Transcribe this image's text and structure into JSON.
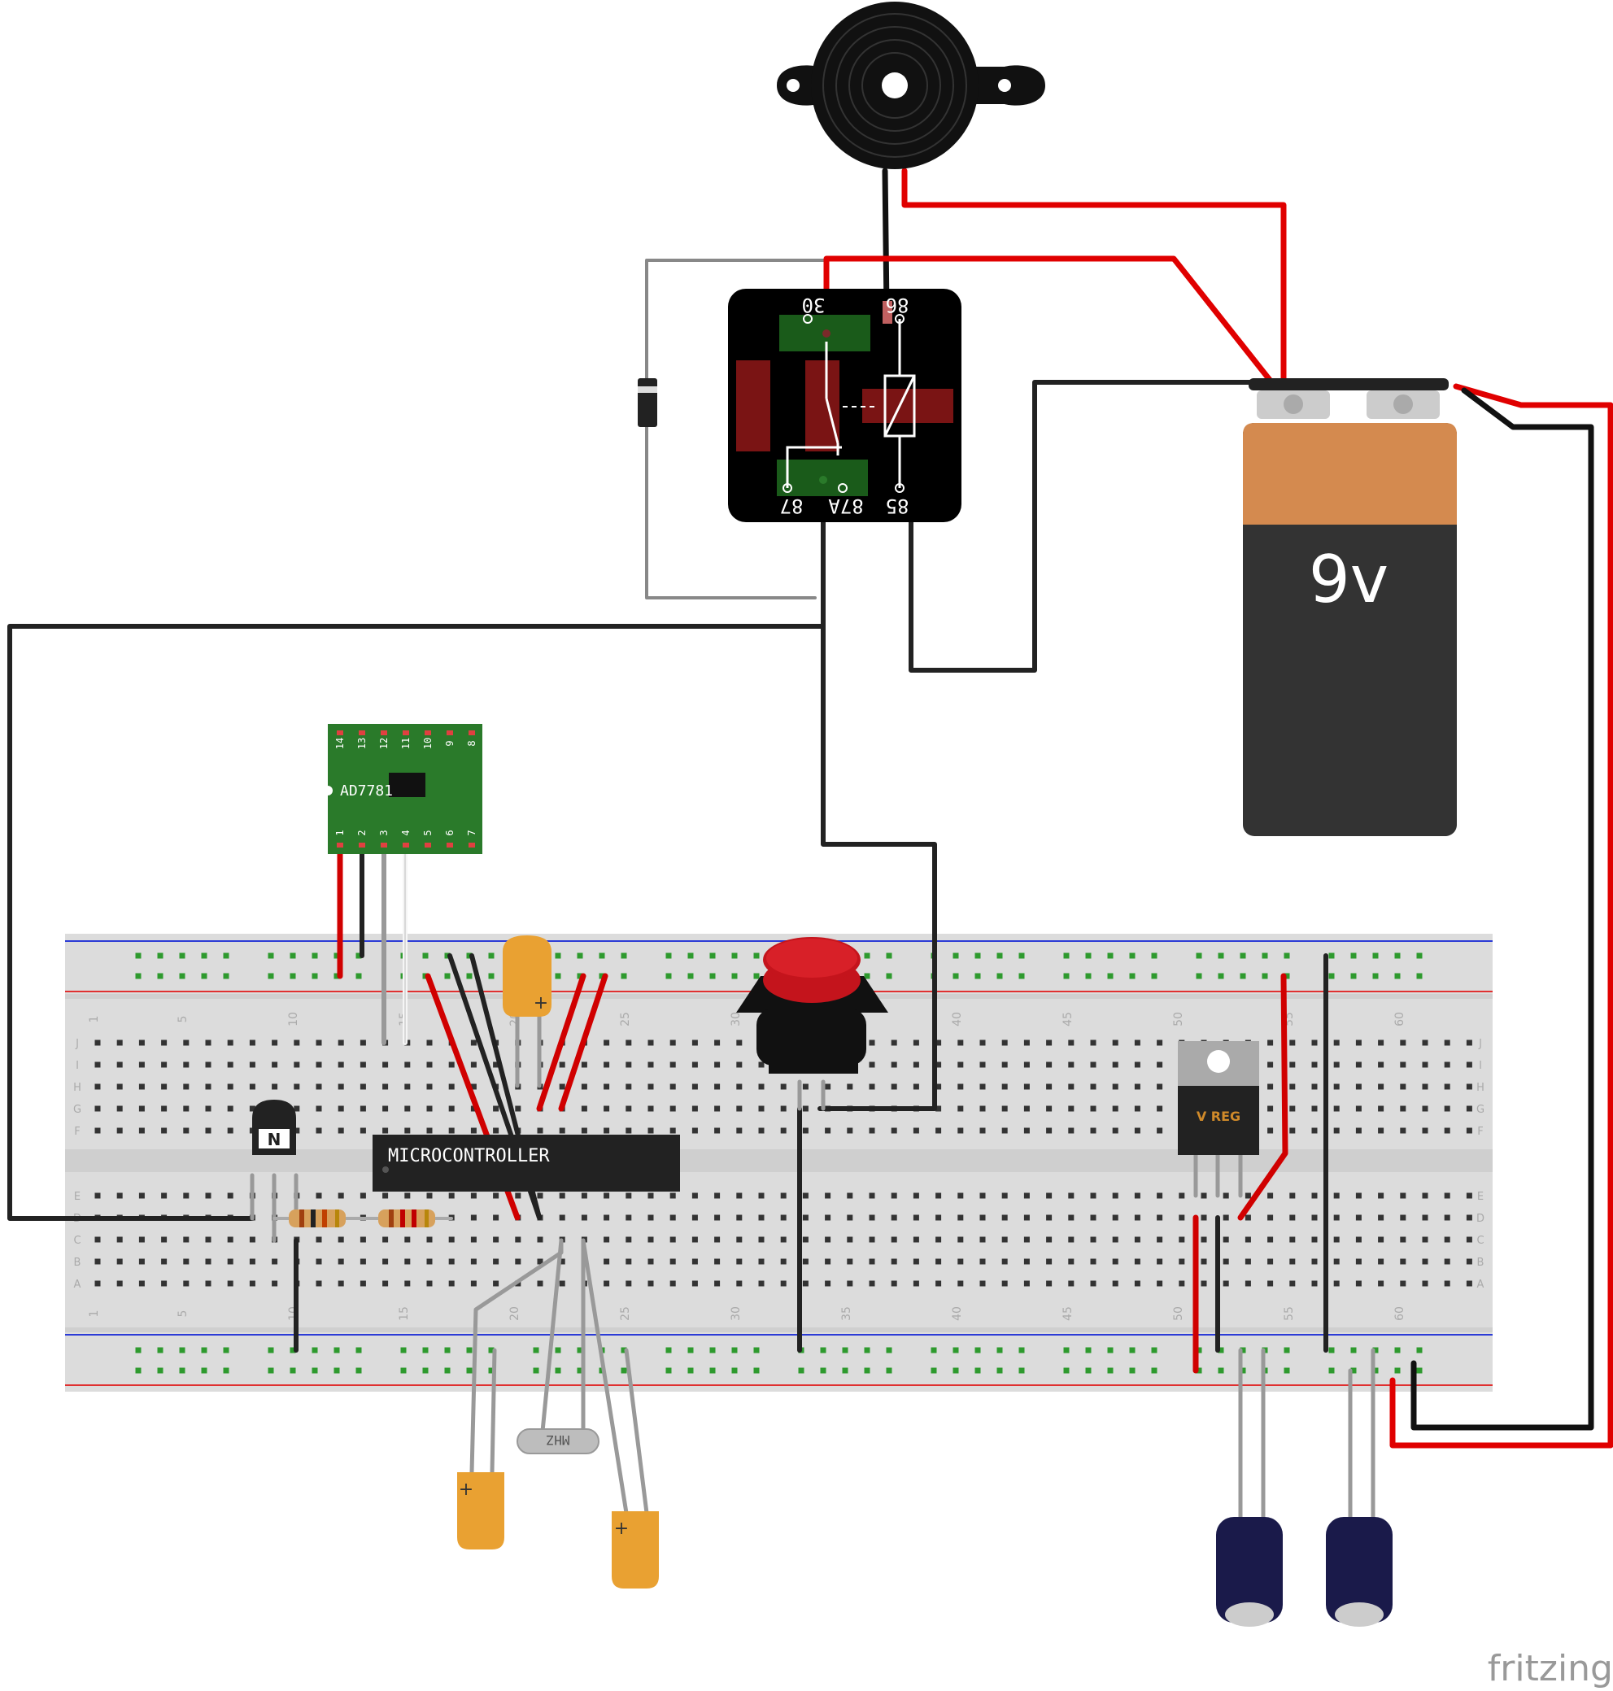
{
  "relay": {
    "pins_top": [
      "30",
      "86"
    ],
    "pins_bottom": [
      "87",
      "87A",
      "85"
    ]
  },
  "battery": {
    "label": "9v"
  },
  "sensor": {
    "label": "AD7781",
    "pins_top": [
      "14",
      "13",
      "12",
      "11",
      "10",
      "9",
      "8"
    ],
    "pins_bottom": [
      "1",
      "2",
      "3",
      "4",
      "5",
      "6",
      "7"
    ]
  },
  "microcontroller": {
    "label": "MICROCONTROLLER"
  },
  "regulator": {
    "label": "V REG"
  },
  "crystal": {
    "label": "MHZ"
  },
  "breadboard": {
    "column_numbers": [
      "1",
      "5",
      "10",
      "15",
      "20",
      "25",
      "30",
      "35",
      "40",
      "45",
      "50",
      "55",
      "60"
    ],
    "row_letters_top": [
      "J",
      "I",
      "H",
      "G",
      "F"
    ],
    "row_letters_bottom": [
      "E",
      "D",
      "C",
      "B",
      "A"
    ]
  },
  "watermark": "fritzing"
}
